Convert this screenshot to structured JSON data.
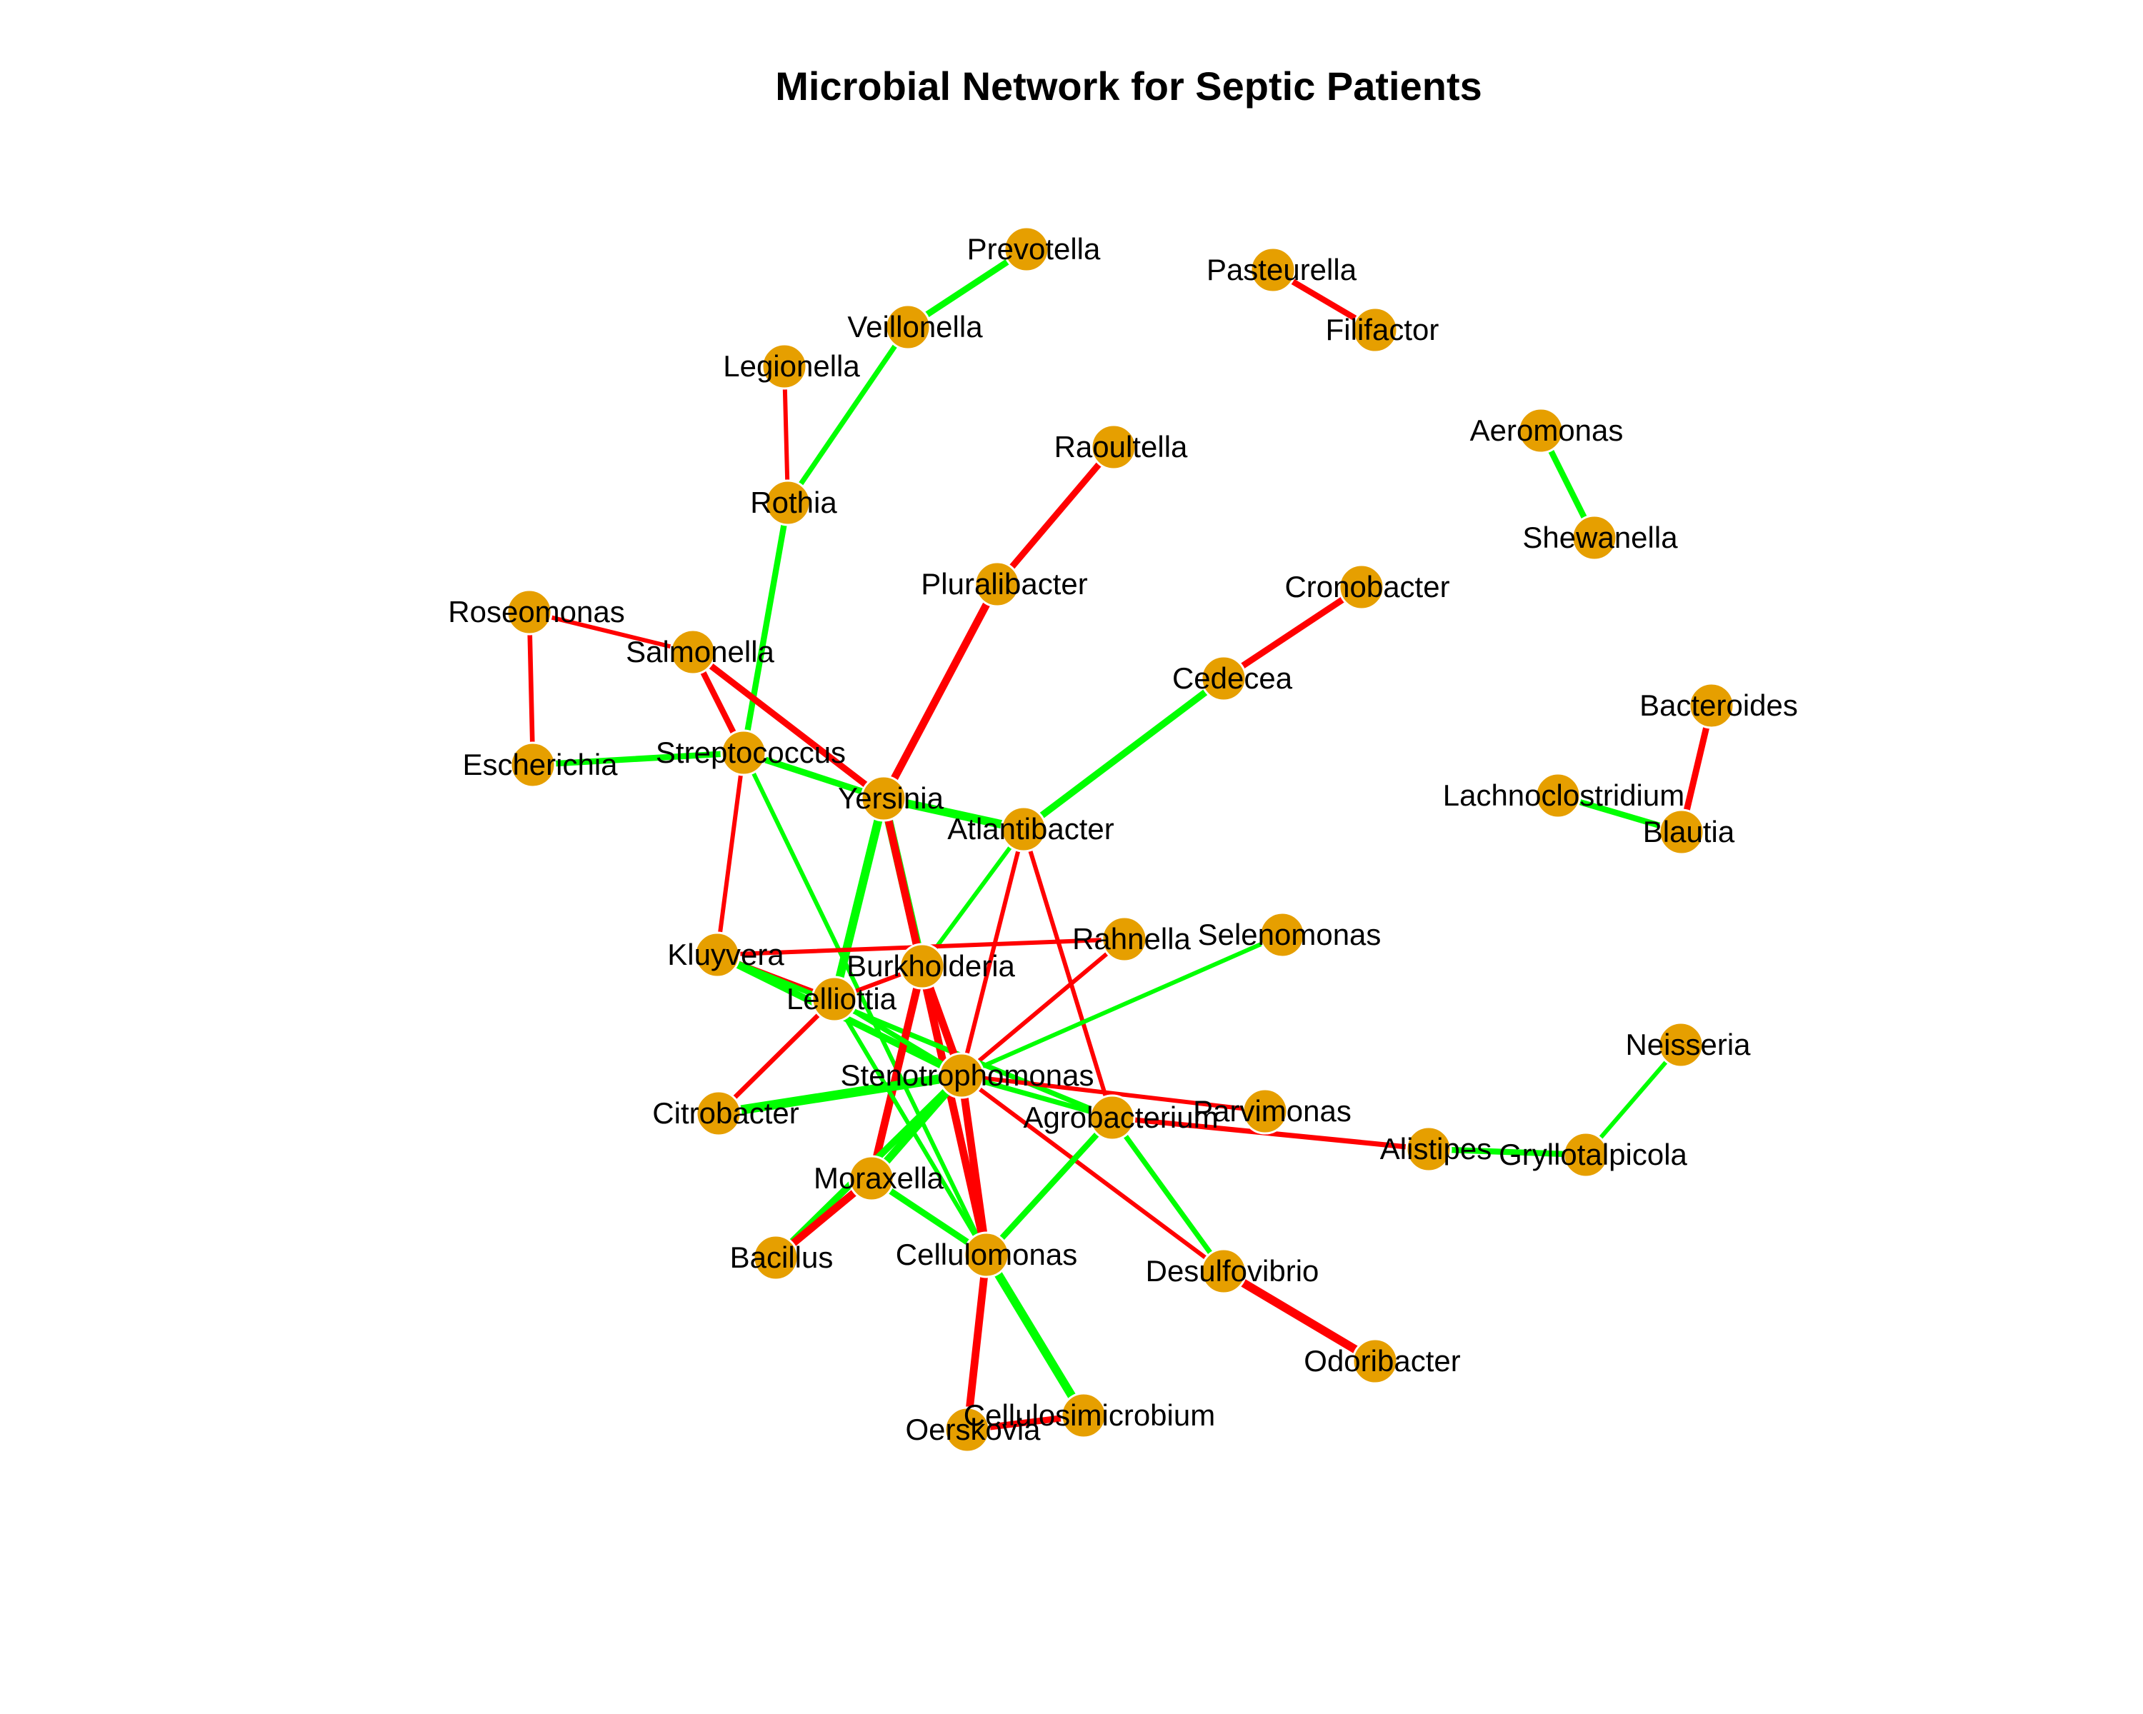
{
  "title": "Microbial Network for Septic Patients",
  "colors": {
    "positive": "#00ff00",
    "negative": "#ff0000",
    "node_fill": "#e69f00",
    "node_stroke": "#ffffff",
    "background": "#ffffff"
  },
  "nodes": [
    {
      "id": "Prevotella",
      "label": "Prevotella"
    },
    {
      "id": "Pasteurella",
      "label": "Pasteurella"
    },
    {
      "id": "Filifactor",
      "label": "Filifactor"
    },
    {
      "id": "Veillonella",
      "label": "Veillonella"
    },
    {
      "id": "Legionella",
      "label": "Legionella"
    },
    {
      "id": "Aeromonas",
      "label": "Aeromonas"
    },
    {
      "id": "Raoultella",
      "label": "Raoultella"
    },
    {
      "id": "Rothia",
      "label": "Rothia"
    },
    {
      "id": "Shewanella",
      "label": "Shewanella"
    },
    {
      "id": "Pluralibacter",
      "label": "Pluralibacter"
    },
    {
      "id": "Cronobacter",
      "label": "Cronobacter"
    },
    {
      "id": "Roseomonas",
      "label": "Roseomonas"
    },
    {
      "id": "Salmonella",
      "label": "Salmonella"
    },
    {
      "id": "Cedecea",
      "label": "Cedecea"
    },
    {
      "id": "Bacteroides",
      "label": "Bacteroides"
    },
    {
      "id": "Streptococcus",
      "label": "Streptococcus"
    },
    {
      "id": "Escherichia",
      "label": "Escherichia"
    },
    {
      "id": "Lachnoclostridium",
      "label": "Lachnoclostridium"
    },
    {
      "id": "Yersinia",
      "label": "Yersinia"
    },
    {
      "id": "Atlantibacter",
      "label": "Atlantibacter"
    },
    {
      "id": "Blautia",
      "label": "Blautia"
    },
    {
      "id": "Rahnella",
      "label": "Rahnella"
    },
    {
      "id": "Selenomonas",
      "label": "Selenomonas"
    },
    {
      "id": "Kluyvera",
      "label": "Kluyvera"
    },
    {
      "id": "Burkholderia",
      "label": "Burkholderia"
    },
    {
      "id": "Lelliottia",
      "label": "Lelliottia"
    },
    {
      "id": "Neisseria",
      "label": "Neisseria"
    },
    {
      "id": "Stenotrophomonas",
      "label": "Stenotrophomonas"
    },
    {
      "id": "Citrobacter",
      "label": "Citrobacter"
    },
    {
      "id": "Parvimonas",
      "label": "Parvimonas"
    },
    {
      "id": "Agrobacterium",
      "label": "Agrobacterium"
    },
    {
      "id": "Alistipes",
      "label": "Alistipes"
    },
    {
      "id": "Gryllotalpicola",
      "label": "Gryllotalpicola"
    },
    {
      "id": "Moraxella",
      "label": "Moraxella"
    },
    {
      "id": "Bacillus",
      "label": "Bacillus"
    },
    {
      "id": "Cellulomonas",
      "label": "Cellulomonas"
    },
    {
      "id": "Desulfovibrio",
      "label": "Desulfovibrio"
    },
    {
      "id": "Odoribacter",
      "label": "Odoribacter"
    },
    {
      "id": "Cellulosimicrobium",
      "label": "Cellulosimicrobium"
    },
    {
      "id": "Oerskovia",
      "label": "Oerskovia"
    }
  ],
  "edges": [
    {
      "source": "Prevotella",
      "target": "Veillonella",
      "sign": "positive",
      "weight": 1.5
    },
    {
      "source": "Veillonella",
      "target": "Rothia",
      "sign": "positive",
      "weight": 1.2
    },
    {
      "source": "Legionella",
      "target": "Rothia",
      "sign": "negative",
      "weight": 1.0
    },
    {
      "source": "Rothia",
      "target": "Streptococcus",
      "sign": "positive",
      "weight": 1.4
    },
    {
      "source": "Pasteurella",
      "target": "Filifactor",
      "sign": "negative",
      "weight": 1.4
    },
    {
      "source": "Aeromonas",
      "target": "Shewanella",
      "sign": "positive",
      "weight": 1.4
    },
    {
      "source": "Raoultella",
      "target": "Pluralibacter",
      "sign": "negative",
      "weight": 1.5
    },
    {
      "source": "Pluralibacter",
      "target": "Yersinia",
      "sign": "negative",
      "weight": 1.8
    },
    {
      "source": "Cronobacter",
      "target": "Cedecea",
      "sign": "negative",
      "weight": 1.5
    },
    {
      "source": "Cedecea",
      "target": "Atlantibacter",
      "sign": "positive",
      "weight": 1.6
    },
    {
      "source": "Bacteroides",
      "target": "Blautia",
      "sign": "negative",
      "weight": 1.5
    },
    {
      "source": "Lachnoclostridium",
      "target": "Blautia",
      "sign": "positive",
      "weight": 1.4
    },
    {
      "source": "Roseomonas",
      "target": "Salmonella",
      "sign": "negative",
      "weight": 1.0
    },
    {
      "source": "Roseomonas",
      "target": "Escherichia",
      "sign": "negative",
      "weight": 1.1
    },
    {
      "source": "Salmonella",
      "target": "Streptococcus",
      "sign": "negative",
      "weight": 1.4
    },
    {
      "source": "Salmonella",
      "target": "Yersinia",
      "sign": "negative",
      "weight": 1.5
    },
    {
      "source": "Escherichia",
      "target": "Streptococcus",
      "sign": "positive",
      "weight": 1.4
    },
    {
      "source": "Streptococcus",
      "target": "Yersinia",
      "sign": "positive",
      "weight": 1.5
    },
    {
      "source": "Streptococcus",
      "target": "Kluyvera",
      "sign": "negative",
      "weight": 1.0
    },
    {
      "source": "Streptococcus",
      "target": "Cellulomonas",
      "sign": "positive",
      "weight": 1.0
    },
    {
      "source": "Yersinia",
      "target": "Atlantibacter",
      "sign": "positive",
      "weight": 2.0
    },
    {
      "source": "Yersinia",
      "target": "Lelliottia",
      "sign": "positive",
      "weight": 2.0
    },
    {
      "source": "Yersinia",
      "target": "Burkholderia",
      "sign": "positive",
      "weight": 2.0
    },
    {
      "source": "Yersinia",
      "target": "Cellulomonas",
      "sign": "negative",
      "weight": 1.8
    },
    {
      "source": "Atlantibacter",
      "target": "Burkholderia",
      "sign": "positive",
      "weight": 1.0
    },
    {
      "source": "Atlantibacter",
      "target": "Stenotrophomonas",
      "sign": "negative",
      "weight": 1.0
    },
    {
      "source": "Atlantibacter",
      "target": "Agrobacterium",
      "sign": "negative",
      "weight": 1.0
    },
    {
      "source": "Rahnella",
      "target": "Kluyvera",
      "sign": "negative",
      "weight": 1.0
    },
    {
      "source": "Rahnella",
      "target": "Stenotrophomonas",
      "sign": "negative",
      "weight": 1.0
    },
    {
      "source": "Selenomonas",
      "target": "Stenotrophomonas",
      "sign": "positive",
      "weight": 1.0
    },
    {
      "source": "Kluyvera",
      "target": "Lelliottia",
      "sign": "negative",
      "weight": 1.0
    },
    {
      "source": "Kluyvera",
      "target": "Stenotrophomonas",
      "sign": "positive",
      "weight": 1.6
    },
    {
      "source": "Kluyvera",
      "target": "Agrobacterium",
      "sign": "positive",
      "weight": 1.2
    },
    {
      "source": "Burkholderia",
      "target": "Lelliottia",
      "sign": "negative",
      "weight": 1.0
    },
    {
      "source": "Burkholderia",
      "target": "Moraxella",
      "sign": "negative",
      "weight": 1.8
    },
    {
      "source": "Burkholderia",
      "target": "Stenotrophomonas",
      "sign": "negative",
      "weight": 1.8
    },
    {
      "source": "Lelliottia",
      "target": "Citrobacter",
      "sign": "negative",
      "weight": 1.1
    },
    {
      "source": "Lelliottia",
      "target": "Stenotrophomonas",
      "sign": "positive",
      "weight": 1.2
    },
    {
      "source": "Lelliottia",
      "target": "Cellulomonas",
      "sign": "positive",
      "weight": 1.0
    },
    {
      "source": "Stenotrophomonas",
      "target": "Citrobacter",
      "sign": "positive",
      "weight": 2.2
    },
    {
      "source": "Stenotrophomonas",
      "target": "Parvimonas",
      "sign": "negative",
      "weight": 1.0
    },
    {
      "source": "Stenotrophomonas",
      "target": "Agrobacterium",
      "sign": "positive",
      "weight": 1.2
    },
    {
      "source": "Stenotrophomonas",
      "target": "Moraxella",
      "sign": "positive",
      "weight": 1.8
    },
    {
      "source": "Stenotrophomonas",
      "target": "Bacillus",
      "sign": "positive",
      "weight": 1.6
    },
    {
      "source": "Stenotrophomonas",
      "target": "Cellulomonas",
      "sign": "negative",
      "weight": 1.8
    },
    {
      "source": "Stenotrophomonas",
      "target": "Desulfovibrio",
      "sign": "negative",
      "weight": 1.0
    },
    {
      "source": "Agrobacterium",
      "target": "Alistipes",
      "sign": "negative",
      "weight": 1.2
    },
    {
      "source": "Agrobacterium",
      "target": "Cellulomonas",
      "sign": "positive",
      "weight": 1.4
    },
    {
      "source": "Agrobacterium",
      "target": "Desulfovibrio",
      "sign": "positive",
      "weight": 1.2
    },
    {
      "source": "Alistipes",
      "target": "Gryllotalpicola",
      "sign": "positive",
      "weight": 1.4
    },
    {
      "source": "Neisseria",
      "target": "Gryllotalpicola",
      "sign": "positive",
      "weight": 1.0
    },
    {
      "source": "Moraxella",
      "target": "Bacillus",
      "sign": "negative",
      "weight": 1.8
    },
    {
      "source": "Moraxella",
      "target": "Cellulomonas",
      "sign": "positive",
      "weight": 1.5
    },
    {
      "source": "Cellulomonas",
      "target": "Oerskovia",
      "sign": "negative",
      "weight": 1.8
    },
    {
      "source": "Cellulomonas",
      "target": "Cellulosimicrobium",
      "sign": "positive",
      "weight": 2.0
    },
    {
      "source": "Oerskovia",
      "target": "Cellulosimicrobium",
      "sign": "negative",
      "weight": 1.5
    },
    {
      "source": "Desulfovibrio",
      "target": "Odoribacter",
      "sign": "negative",
      "weight": 2.0
    }
  ]
}
